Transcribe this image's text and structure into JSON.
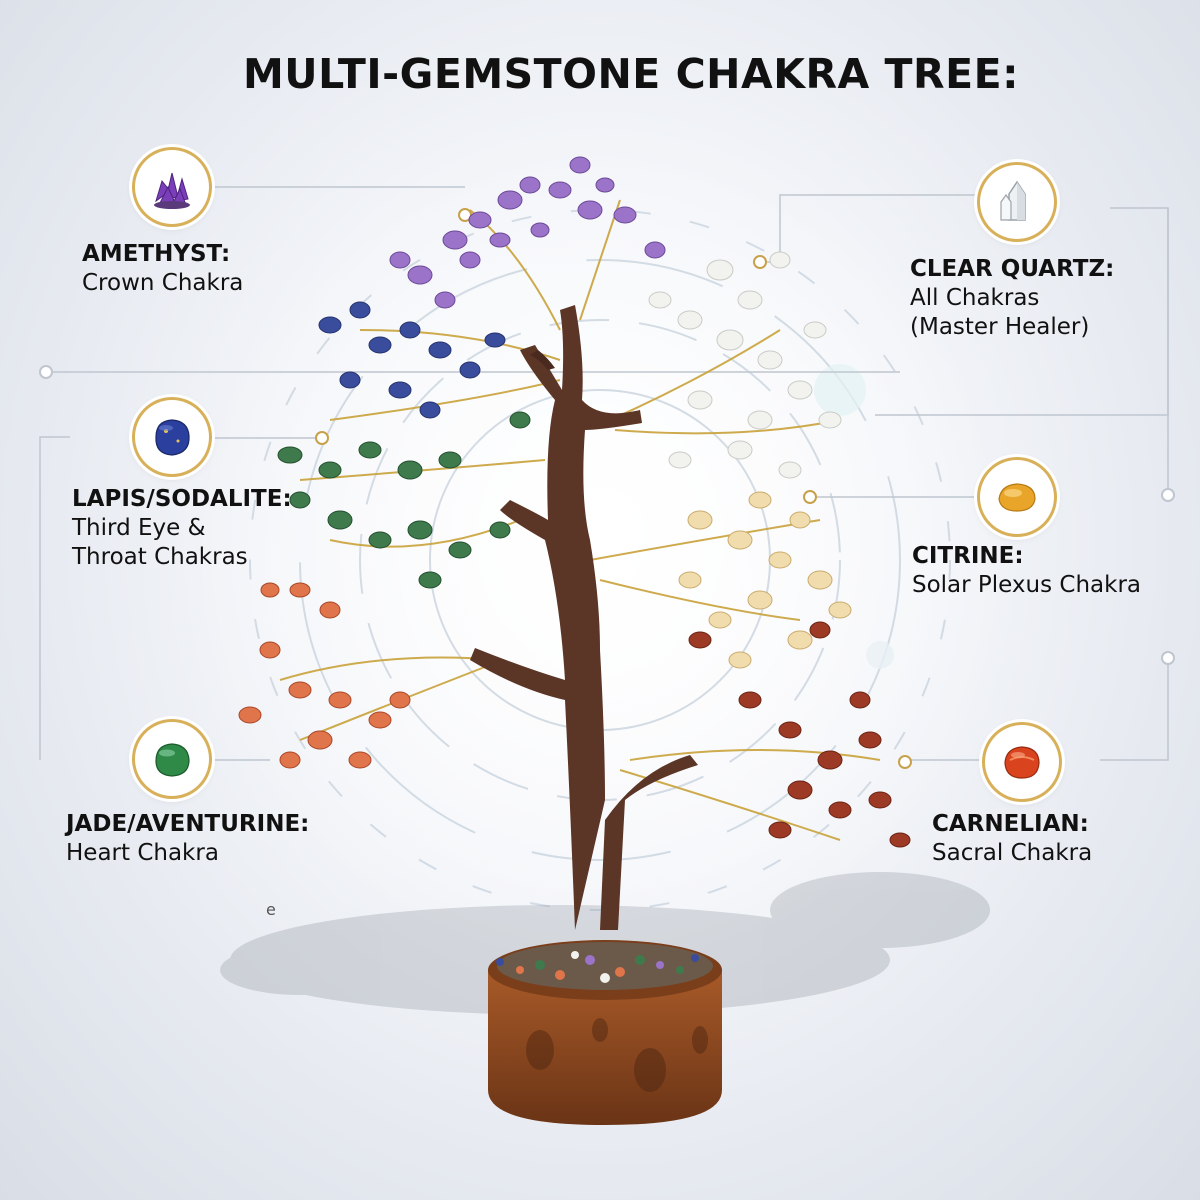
{
  "title": "MULTI-GEMSTONE CHAKRA TREE:",
  "gems": [
    {
      "id": "amethyst",
      "name": "AMETHYST:",
      "lines": [
        "Crown Chakra"
      ],
      "color": "#8a4fc8"
    },
    {
      "id": "clear-quartz",
      "name": "CLEAR QUARTZ:",
      "lines": [
        "All Chakras",
        "(Master Healer)"
      ],
      "color": "#e8ecf0"
    },
    {
      "id": "lapis",
      "name": "LAPIS/SODALITE:",
      "lines": [
        "Third Eye &",
        "Throat Chakras"
      ],
      "color": "#2f46a8"
    },
    {
      "id": "citrine",
      "name": "CITRINE:",
      "lines": [
        "Solar Plexus Chakra"
      ],
      "color": "#e7a930"
    },
    {
      "id": "jade",
      "name": "JADE/AVENTURINE:",
      "lines": [
        "Heart Chakra"
      ],
      "color": "#2f8a47"
    },
    {
      "id": "carnelian",
      "name": "CARNELIAN:",
      "lines": [
        "Sacral Chakra"
      ],
      "color": "#d9441e"
    }
  ],
  "stray_mark": "e",
  "colors": {
    "gold": "#d8b05a",
    "trunk": "#5b3526",
    "base": "#8a4a22"
  }
}
